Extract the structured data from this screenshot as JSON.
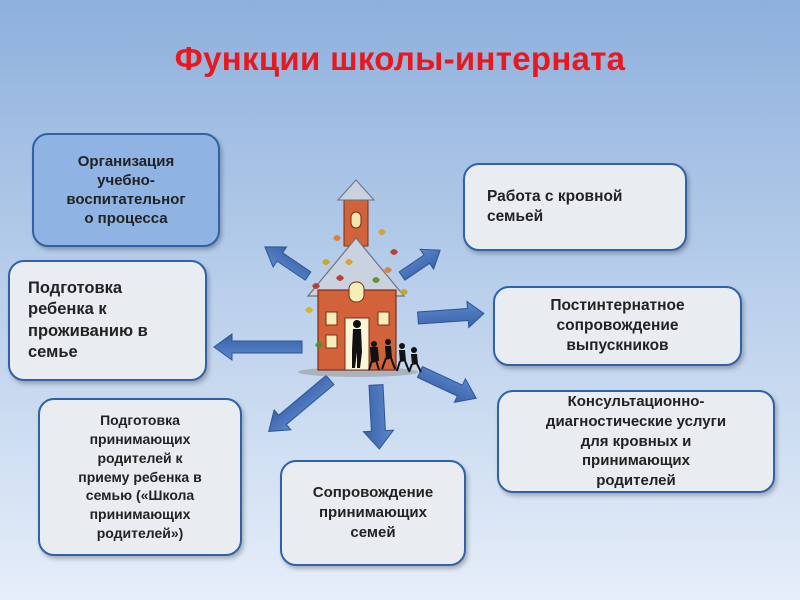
{
  "title": "Функции школы-интерната",
  "boxes": {
    "b1": "Организация\nучебно-\nвоспитательног\nо процесса",
    "b2": "Подготовка\nребенка к\nпроживанию в\nсемье",
    "b3": "Подготовка\nпринимающих\nродителей к\nприему ребенка в\nсемью («Школа\nпринимающих\nродителей»)",
    "b4": "Сопровождение\nпринимающих\nсемей",
    "b5": "Консультационно-\nдиагностические услуги\nдля кровных и\nпринимающих\nродителей",
    "b6": "Постинтернатное\nсопровождение\nвыпускников",
    "b7": "Работа с кровной\nсемьей"
  },
  "colors": {
    "title": "#e8191e",
    "box_border": "#2f62a6",
    "box_fill": "#e9ecf1",
    "box_highlight": "#8fb3e3",
    "arrow": "#4470b8",
    "school_wall": "#d2623a",
    "school_roof": "#c9d2de"
  },
  "icons": [
    "school-house-icon"
  ]
}
